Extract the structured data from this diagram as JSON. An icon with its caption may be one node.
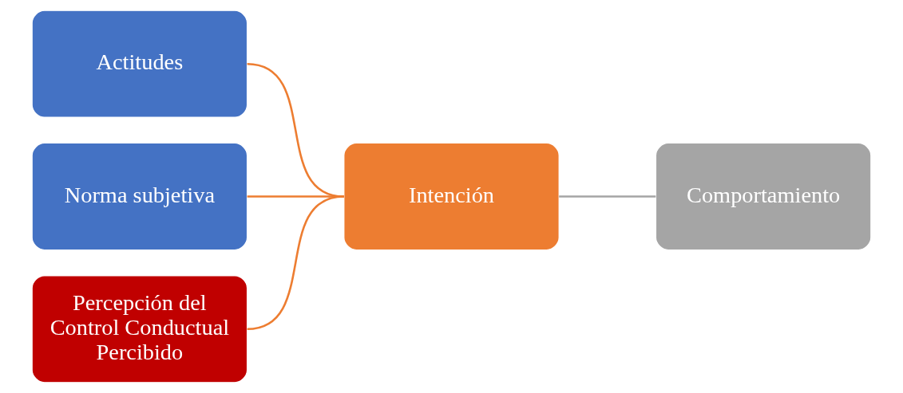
{
  "diagram": {
    "nodes": [
      {
        "text": [
          "Actitudes"
        ]
      },
      {
        "text": [
          "Norma subjetiva"
        ]
      },
      {
        "text": [
          "Percepción del Control Conductual Percibido"
        ]
      },
      {
        "text": [
          "Intención"
        ]
      },
      {
        "text": [
          "Comportamiento"
        ]
      }
    ],
    "edges": [
      {
        "from": 0,
        "to": 3,
        "arrow": "none"
      },
      {
        "from": 1,
        "to": 3,
        "arrow": "none"
      },
      {
        "from": 2,
        "to": 3,
        "arrow": "none"
      },
      {
        "from": 3,
        "to": 4,
        "arrow": "none",
        "color": "#a5a5a5"
      }
    ]
  }
}
